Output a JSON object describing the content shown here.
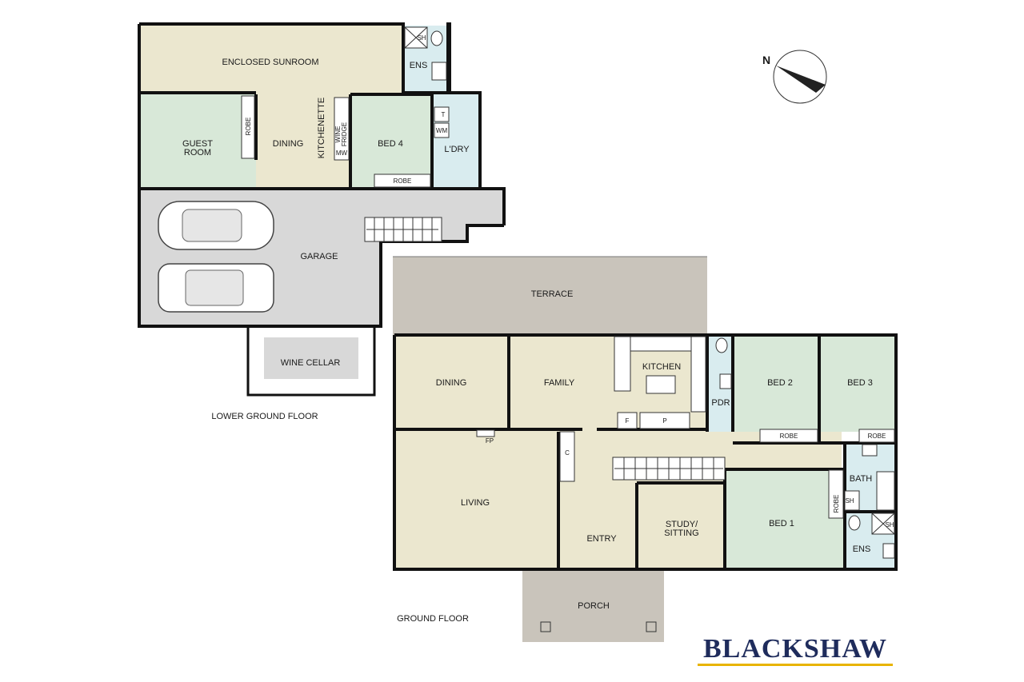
{
  "colors": {
    "beige": "#ebe7cf",
    "green": "#d8e8d8",
    "blue": "#d9ecef",
    "gray": "#d8d8d8",
    "terrace": "#c9c4bb",
    "brand": "#1f2c5c",
    "brand_underline": "#e8b400"
  },
  "lower_ground": {
    "floor_label": "LOWER GROUND FLOOR",
    "rooms": {
      "sunroom": "ENCLOSED SUNROOM",
      "ens": "ENS",
      "guest_line1": "GUEST",
      "guest_line2": "ROOM",
      "dining": "DINING",
      "kitchenette": "KITCHENETTE",
      "bed4": "BED 4",
      "laundry": "L'DRY",
      "garage": "GARAGE",
      "wine_cellar": "WINE CELLAR"
    },
    "fixtures": {
      "robe_guest": "ROBE",
      "robe_bed4": "ROBE",
      "wine_fridge_line1": "WINE",
      "wine_fridge_line2": "FRIDGE",
      "microwave": "MW",
      "shower": "SH",
      "tub": "T",
      "washing_machine": "WM"
    }
  },
  "ground": {
    "floor_label": "GROUND FLOOR",
    "rooms": {
      "terrace": "TERRACE",
      "dining": "DINING",
      "family": "FAMILY",
      "kitchen": "KITCHEN",
      "pdr": "PDR",
      "bed2": "BED 2",
      "bed3": "BED 3",
      "living": "LIVING",
      "entry": "ENTRY",
      "study_line1": "STUDY/",
      "study_line2": "SITTING",
      "bed1": "BED 1",
      "bath": "BATH",
      "ens": "ENS",
      "porch": "PORCH"
    },
    "fixtures": {
      "fireplace": "FP",
      "closet": "C",
      "fridge": "F",
      "pantry": "P",
      "robe_bed2": "ROBE",
      "robe_bed3": "ROBE",
      "robe_bed1": "ROBE",
      "shower_bath": "SH",
      "shower_ens": "SH"
    }
  },
  "compass": {
    "label": "N"
  },
  "brand": {
    "name": "BLACKSHAW"
  }
}
